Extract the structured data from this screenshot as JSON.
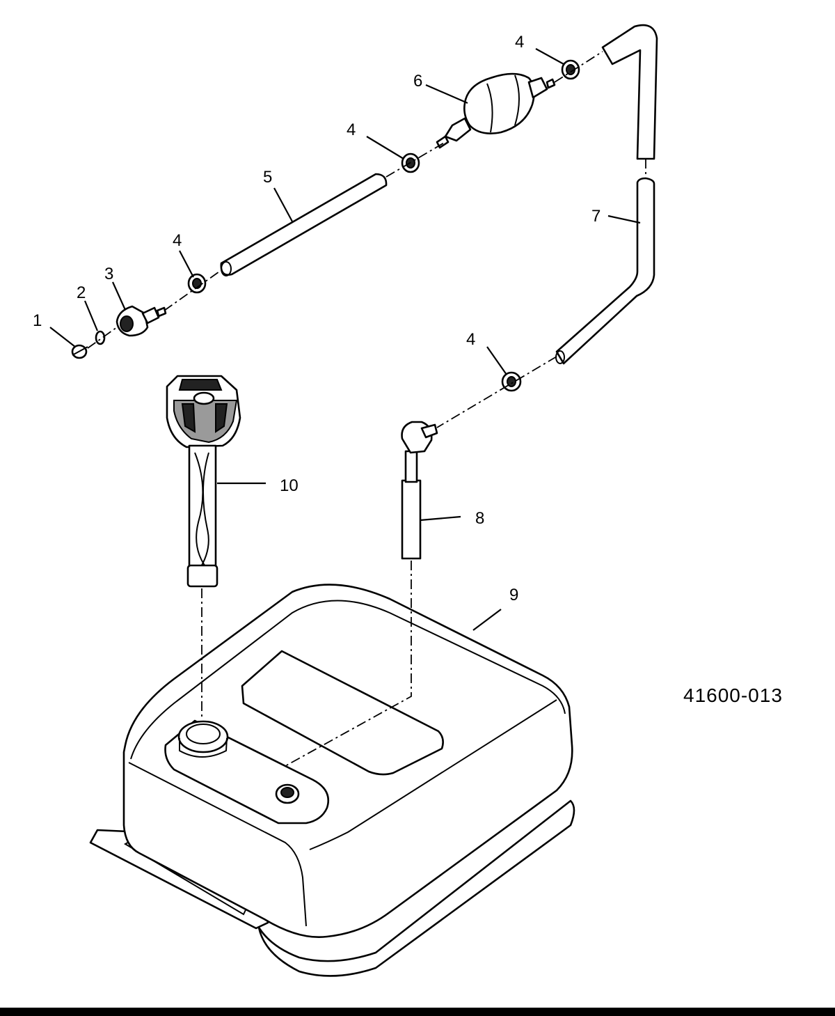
{
  "figure_number": "41600-013",
  "callouts": {
    "c1": "1",
    "c2": "2",
    "c3": "3",
    "c4a": "4",
    "c4b": "4",
    "c4c": "4",
    "c4d": "4",
    "c5": "5",
    "c6": "6",
    "c7": "7",
    "c8": "8",
    "c9": "9",
    "c10": "10"
  }
}
